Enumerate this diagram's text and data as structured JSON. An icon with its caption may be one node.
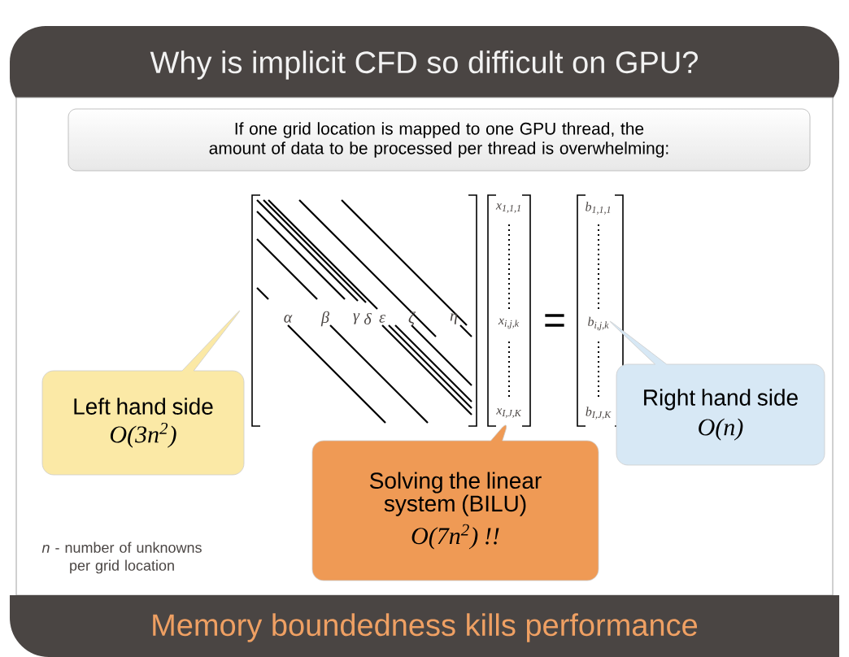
{
  "diagram": {
    "title": "Why is implicit CFD so difficult on GPU?",
    "caption": "Memory boundedness kills performance",
    "nodes": [
      {
        "text": [
          "If one grid location is mapped to one GPU thread, the amount of data to be processed per thread is overwhelming:"
        ]
      },
      {
        "text": [
          "Left hand side",
          "O(3n$^{2}$)"
        ]
      },
      {
        "text": [
          "Solving the linear system (BILU)",
          "O(7n$^{2}$) !!"
        ]
      },
      {
        "text": [
          "Right hand side",
          "O(n)"
        ]
      }
    ],
    "labels": [
      "α",
      "β",
      "γ",
      "δ",
      "ε",
      "ζ",
      "η",
      "x$_{1,1,1}$",
      "x$_{i,j,k}$",
      "x$_{I,J,K}$",
      "=",
      "b$_{1,1,1}$",
      "b$_{i,j,k}$",
      "b$_{I,J,K}$",
      "*n* - number of unknowns per grid location"
    ]
  }
}
